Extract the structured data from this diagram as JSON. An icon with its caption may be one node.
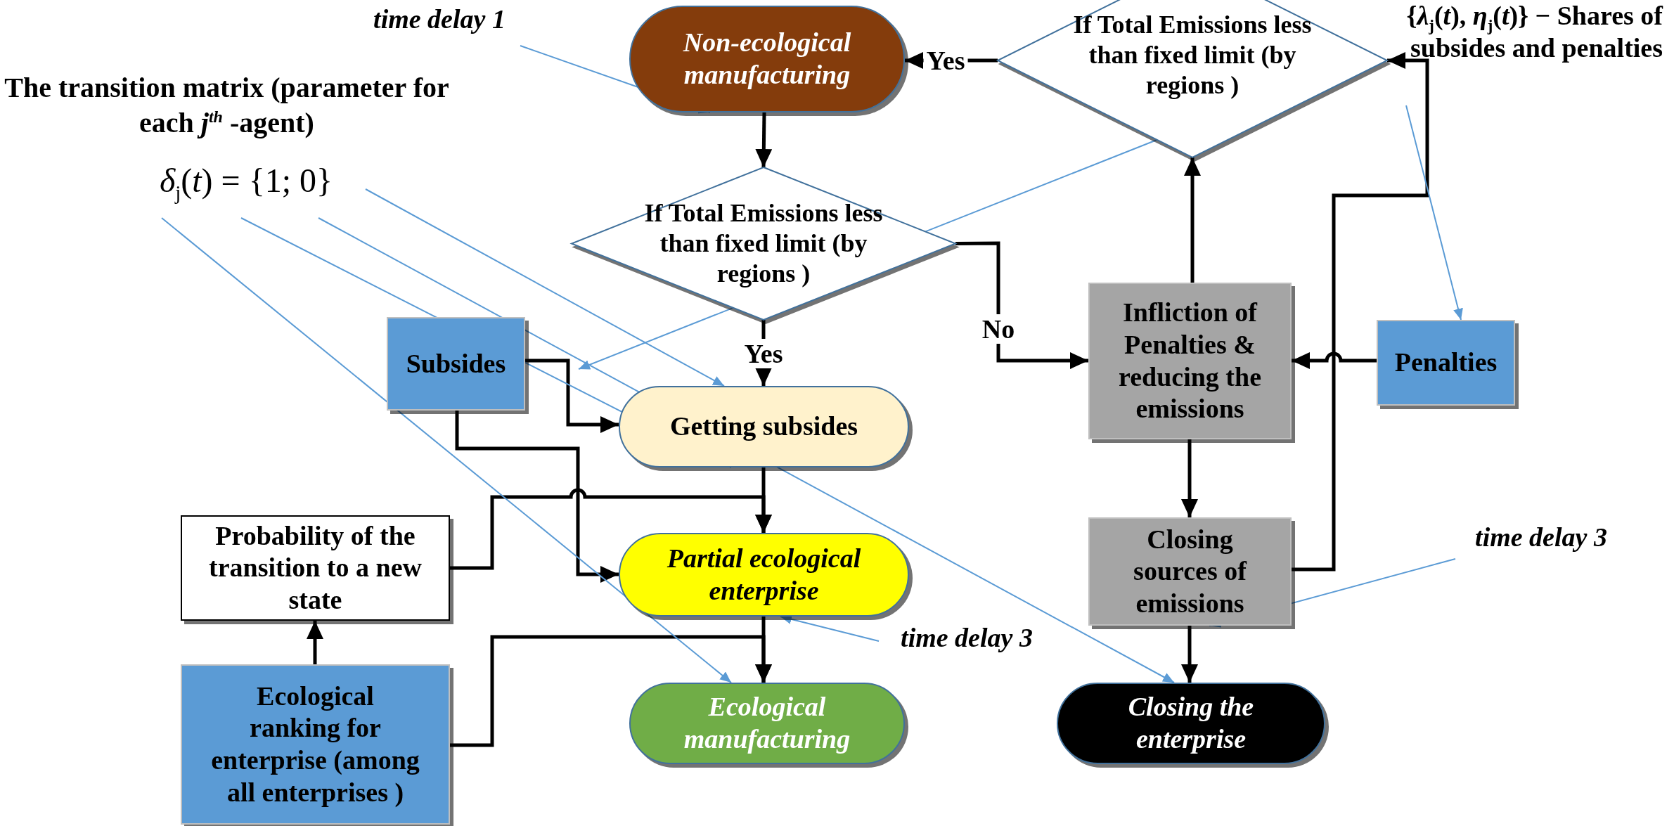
{
  "diagram": {
    "nodes": [
      {
        "text": [
          "Non-ecological manufacturing"
        ]
      },
      {
        "text": [
          "If Total Emissions less than fixed limit (by regions )"
        ]
      },
      {
        "text": [
          "If Total Emissions less than fixed limit (by regions )"
        ]
      },
      {
        "text": [
          "Subsides"
        ]
      },
      {
        "text": [
          "Getting subsides"
        ]
      },
      {
        "text": [
          "Infliction of Penalties & reducing the emissions"
        ]
      },
      {
        "text": [
          "Penalties"
        ]
      },
      {
        "text": [
          "Probability of the transition to a new state"
        ]
      },
      {
        "text": [
          "Partial ecological enterprise"
        ]
      },
      {
        "text": [
          "Closing sources of emissions"
        ]
      },
      {
        "text": [
          "Ecological ranking for enterprise (among all enterprises )"
        ]
      },
      {
        "text": [
          "Ecological manufacturing"
        ]
      },
      {
        "text": [
          "Closing the enterprise"
        ]
      },
      {
        "text": [
          "time delay 1"
        ]
      },
      {
        "text": [
          "*δ*$_{j}$(*t*) = {1; 0}"
        ]
      },
      {
        "text": [
          "{*λ*$_{j}$(*t*), *η*$_{j}$(*t*)} − **Shares of subsides and penalties**"
        ]
      },
      {
        "text": [
          "time delay 3"
        ]
      },
      {
        "text": [
          "time delay 3"
        ]
      }
    ],
    "edges": [
      {
        "from": 0,
        "to": 2,
        "arrow": "to"
      },
      {
        "from": 1,
        "to": 0,
        "arrow": "to",
        "label": "Yes"
      },
      {
        "from": 2,
        "to": 4,
        "arrow": "to",
        "label": "Yes"
      },
      {
        "from": 2,
        "to": 5,
        "arrow": "to",
        "label": "No"
      },
      {
        "from": 5,
        "to": 1,
        "arrow": "to"
      },
      {
        "from": 6,
        "to": 5,
        "arrow": "to"
      },
      {
        "from": 9,
        "to": 1,
        "arrow": "to"
      },
      {
        "from": 5,
        "to": 9,
        "arrow": "to"
      },
      {
        "from": 9,
        "to": 12,
        "arrow": "to"
      },
      {
        "from": 3,
        "to": 4,
        "arrow": "to"
      },
      {
        "from": 3,
        "to": 8,
        "arrow": "to"
      },
      {
        "from": 4,
        "to": 8,
        "arrow": "to"
      },
      {
        "from": 7,
        "to": 8,
        "arrow": "to"
      },
      {
        "from": 8,
        "to": 11,
        "arrow": "to"
      },
      {
        "from": 10,
        "to": 11,
        "arrow": "to"
      },
      {
        "from": 10,
        "to": 7,
        "arrow": "to"
      },
      {
        "from": 13,
        "to": 0,
        "arrow": "to",
        "color": "#5b9bd5"
      },
      {
        "from": 14,
        "to": 11,
        "arrow": "to",
        "color": "#5b9bd5"
      },
      {
        "from": 14,
        "to": 4,
        "arrow": "to",
        "color": "#5b9bd5"
      },
      {
        "from": 14,
        "to": 12,
        "arrow": "to",
        "color": "#5b9bd5"
      },
      {
        "from": 14,
        "to": 4,
        "arrow": "to",
        "color": "#5b9bd5"
      },
      {
        "from": 15,
        "to": null,
        "arrow": "to",
        "color": "#5b9bd5"
      },
      {
        "from": 15,
        "to": 6,
        "arrow": "to",
        "color": "#5b9bd5"
      },
      {
        "from": 16,
        "to": 8,
        "arrow": "to",
        "color": "#5b9bd5"
      },
      {
        "from": 17,
        "to": 9,
        "arrow": "to",
        "color": "#5b9bd5"
      }
    ],
    "labels": [
      "The transition matrix (parameter for each *j*$^{th}$ -agent)"
    ]
  }
}
